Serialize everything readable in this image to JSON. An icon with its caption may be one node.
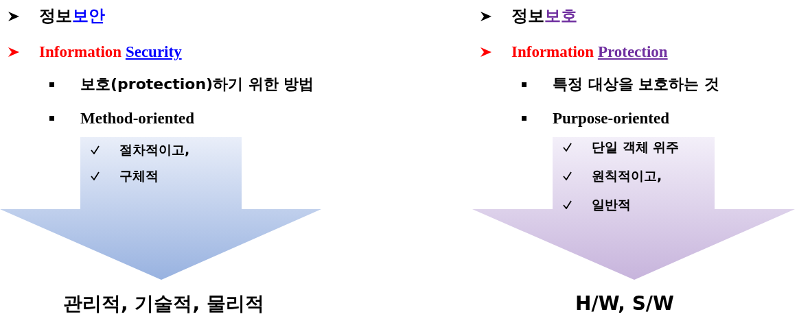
{
  "diagram": {
    "nodes": [
      {
        "text": [
          "절차적이고,",
          "구체적"
        ]
      },
      {
        "text": [
          "단일 객체 위주",
          "원칙적이고,",
          "일반적"
        ]
      }
    ],
    "labels": [
      "정보",
      "보안",
      "Information",
      "Security",
      "보호(protection)하기 위한 방법",
      "Method-oriented",
      "관리적, 기술적, 물리적",
      "정보",
      "보호",
      "Information",
      "Protection",
      "특정 대상을 보호하는 것",
      "Purpose-oriented",
      "H/W, S/W"
    ]
  }
}
